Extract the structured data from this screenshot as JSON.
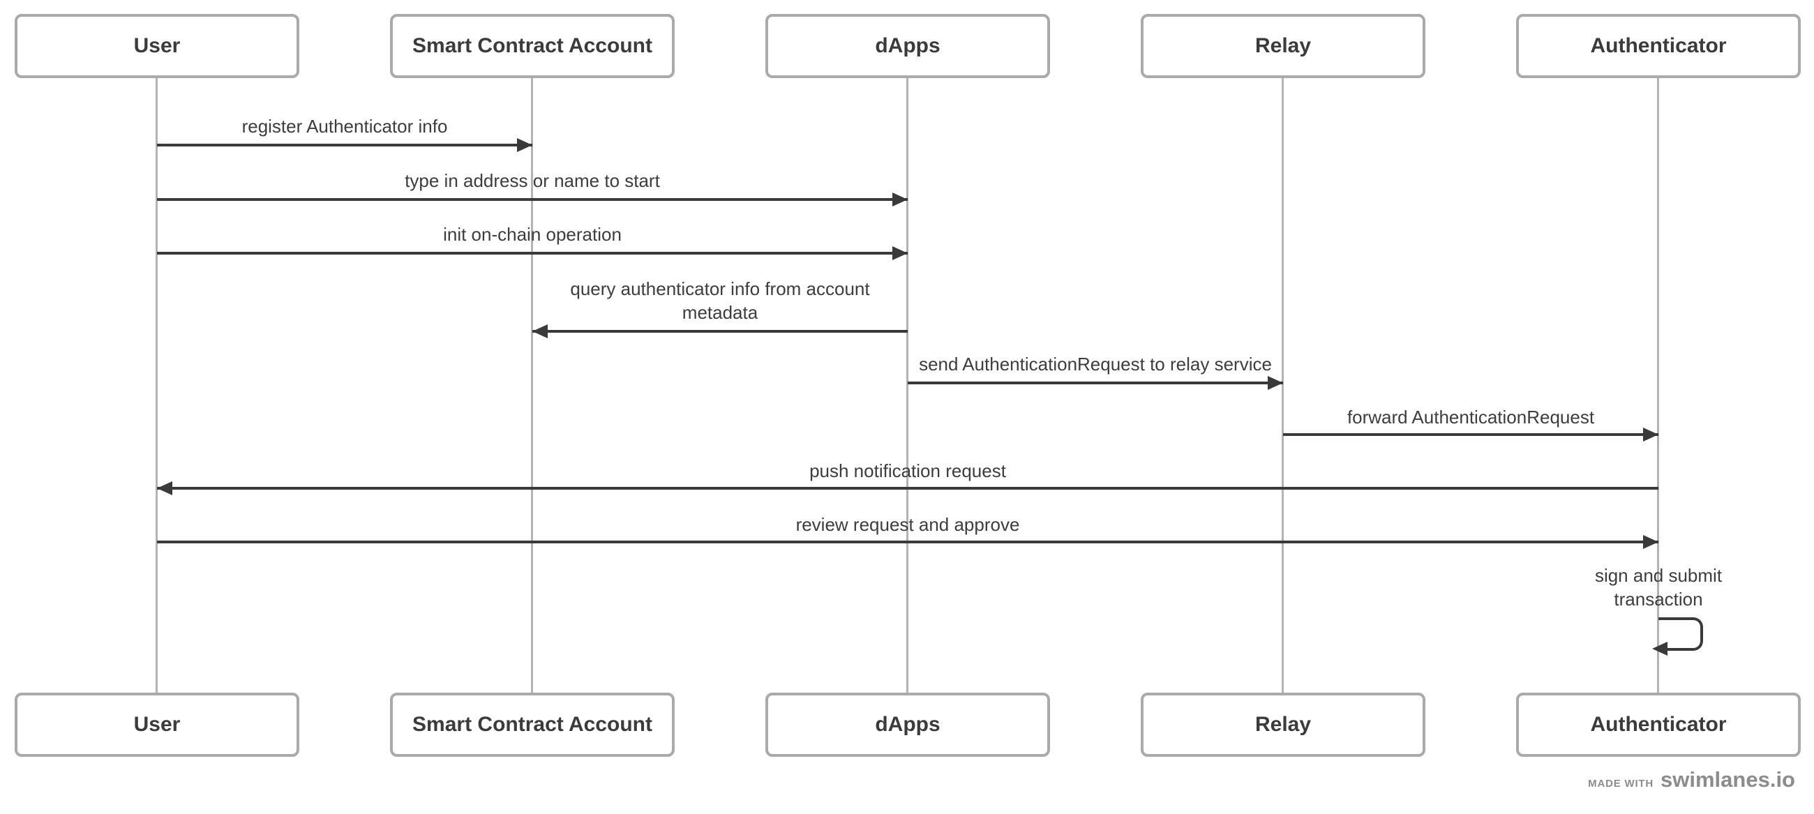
{
  "colors": {
    "background": "#ffffff",
    "box_border": "#aaaaaa",
    "box_fill": "#ffffff",
    "lifeline": "#b3b3b3",
    "arrow": "#3a3a3a",
    "label_text": "#3d3d3d",
    "actor_text": "#3b3b3b",
    "footer_text": "#8c8c8c"
  },
  "diagram": {
    "type": "sequence",
    "actors": [
      {
        "id": "user",
        "name": "User"
      },
      {
        "id": "smart-contract-account",
        "name": "Smart Contract Account"
      },
      {
        "id": "dapps",
        "name": "dApps"
      },
      {
        "id": "relay",
        "name": "Relay"
      },
      {
        "id": "authenticator",
        "name": "Authenticator"
      }
    ],
    "messages": [
      {
        "label": "register Authenticator info",
        "from": "User",
        "to": "Smart Contract Account",
        "direction": "right"
      },
      {
        "label": "type in address or name to start",
        "from": "User",
        "to": "dApps",
        "direction": "right"
      },
      {
        "label": "init on-chain operation",
        "from": "User",
        "to": "dApps",
        "direction": "right"
      },
      {
        "label": "query authenticator info from account metadata",
        "from": "dApps",
        "to": "Smart Contract Account",
        "direction": "left"
      },
      {
        "label": "send AuthenticationRequest to relay service",
        "from": "dApps",
        "to": "Relay",
        "direction": "right"
      },
      {
        "label": "forward AuthenticationRequest",
        "from": "Relay",
        "to": "Authenticator",
        "direction": "right"
      },
      {
        "label": "push notification request",
        "from": "Authenticator",
        "to": "User",
        "direction": "left"
      },
      {
        "label": "review request and approve",
        "from": "User",
        "to": "Authenticator",
        "direction": "right"
      },
      {
        "label": "sign and submit transaction",
        "from": "Authenticator",
        "to": "Authenticator",
        "direction": "self"
      }
    ]
  },
  "footer": {
    "made_with": "MADE WITH",
    "brand": "swimlanes.io"
  }
}
